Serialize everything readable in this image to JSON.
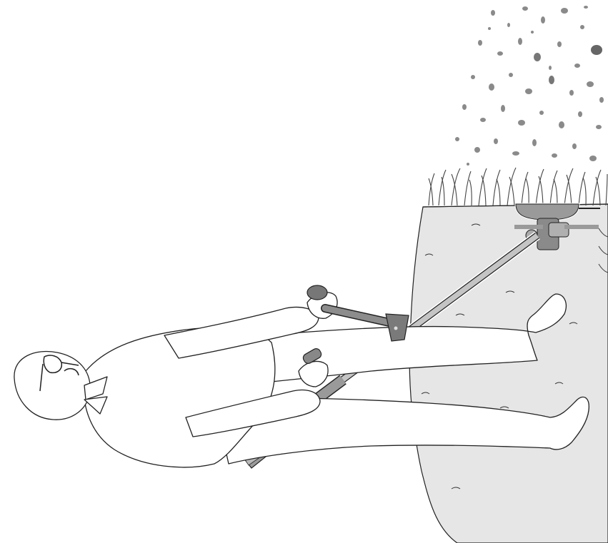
{
  "illustration": {
    "subject": "person-holding-string-trimmer",
    "colors": {
      "background": "#ffffff",
      "ground": "#e6e6e6",
      "outline": "#222222",
      "tool_metal": "#9a9a9a",
      "tool_dark": "#6e6e6e",
      "tool_light": "#c8c8c8",
      "gravel": "#8a8a8a",
      "grass": "#444444"
    },
    "icons": [
      "operator-figure",
      "trimmer-shaft",
      "trimmer-head",
      "front-handle",
      "rear-grip",
      "safety-glasses",
      "gravel-area",
      "grass-tufts"
    ]
  }
}
